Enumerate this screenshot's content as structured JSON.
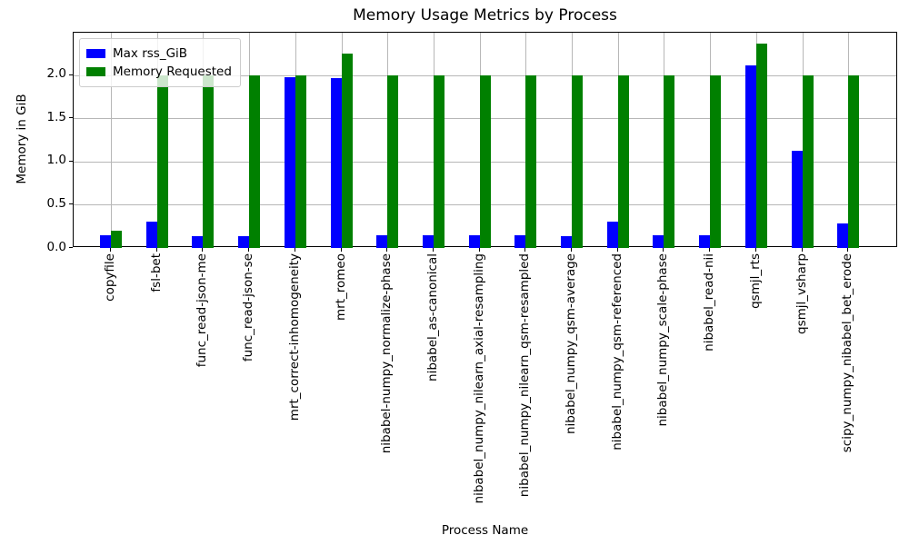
{
  "chart_data": {
    "type": "bar",
    "title": "Memory Usage Metrics by Process",
    "xlabel": "Process Name",
    "ylabel": "Memory in GiB",
    "categories": [
      "copyfile",
      "fsl-bet",
      "func_read-json-me",
      "func_read-json-se",
      "mrt_correct-inhomogeneity",
      "mrt_romeo",
      "nibabel-numpy_normalize-phase",
      "nibabel_as-canonical",
      "nibabel_numpy_nilearn_axial-resampling",
      "nibabel_numpy_nilearn_qsm-resampled",
      "nibabel_numpy_qsm-average",
      "nibabel_numpy_qsm-referenced",
      "nibabel_numpy_scale-phase",
      "nibabel_read-nii",
      "qsmjl_rts",
      "qsmjl_vsharp",
      "scipy_numpy_nibabel_bet_erode"
    ],
    "series": [
      {
        "name": "Max rss_GiB",
        "color": "#0000ff",
        "values": [
          0.15,
          0.3,
          0.14,
          0.14,
          1.98,
          1.97,
          0.15,
          0.15,
          0.15,
          0.15,
          0.14,
          0.3,
          0.15,
          0.15,
          2.11,
          1.12,
          0.28
        ]
      },
      {
        "name": "Memory Requested",
        "color": "#008000",
        "values": [
          0.2,
          2.0,
          2.0,
          2.0,
          2.0,
          2.25,
          2.0,
          2.0,
          2.0,
          2.0,
          2.0,
          2.0,
          2.0,
          2.0,
          2.36,
          2.0,
          2.0
        ]
      }
    ],
    "yticks": [
      0.0,
      0.5,
      1.0,
      1.5,
      2.0
    ],
    "ylim": [
      0,
      2.49
    ],
    "grid": true,
    "grid_color": "#b7b7b7",
    "legend_position": "upper left"
  }
}
